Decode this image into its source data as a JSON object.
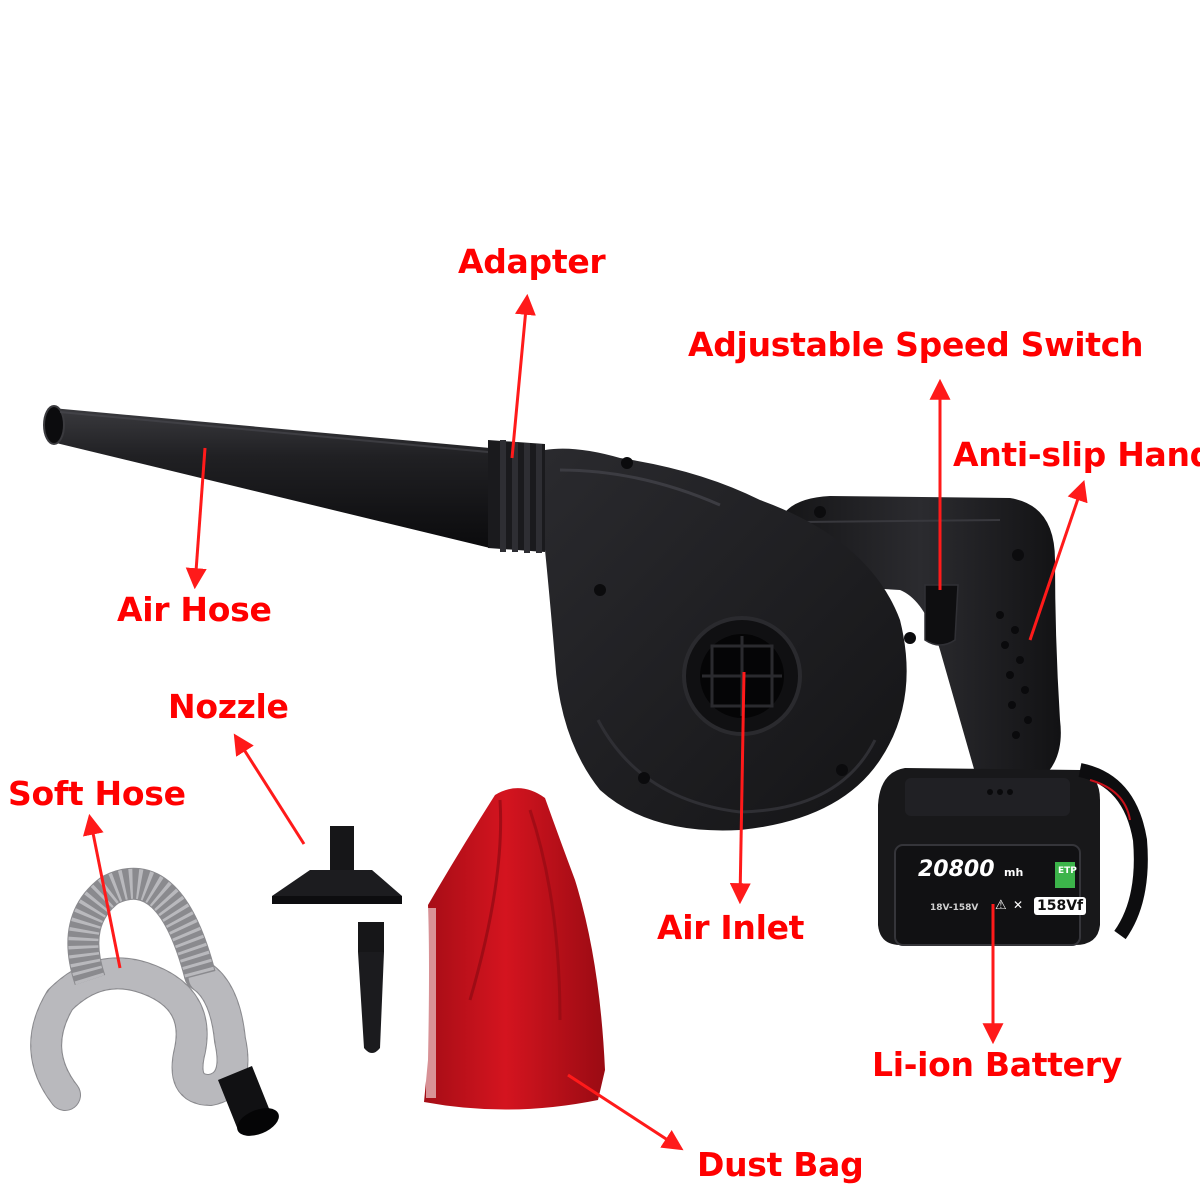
{
  "colors": {
    "label": "#ff0000",
    "arrow": "#ff1a1a",
    "tool_body": "#1c1c1e",
    "tool_dark": "#0d0d0f",
    "tool_edge": "#2c2c30",
    "dust_bag": "#c8101a",
    "dust_bag_shadow": "#8e0a12",
    "hose_gray": "#8a8a8e",
    "hose_light": "#b9b9bd",
    "battery_green": "#3cb44a"
  },
  "labels": {
    "adapter": "Adapter",
    "adjustable_speed_switch": "Adjustable Speed Switch",
    "anti_slip_handle": "Anti-slip Handle",
    "air_hose": "Air Hose",
    "nozzle": "Nozzle",
    "soft_hose": "Soft Hose",
    "air_inlet": "Air Inlet",
    "li_ion_battery": "Li-ion Battery",
    "dust_bag": "Dust Bag"
  },
  "battery": {
    "capacity": "20800",
    "unit": "mh",
    "voltage": "158Vf",
    "range": "18V-158V",
    "brand": "ETP"
  },
  "icons": {
    "arrow": "red-arrow-icon",
    "warning": "warning-triangle-icon",
    "recycle": "no-bin-icon"
  }
}
